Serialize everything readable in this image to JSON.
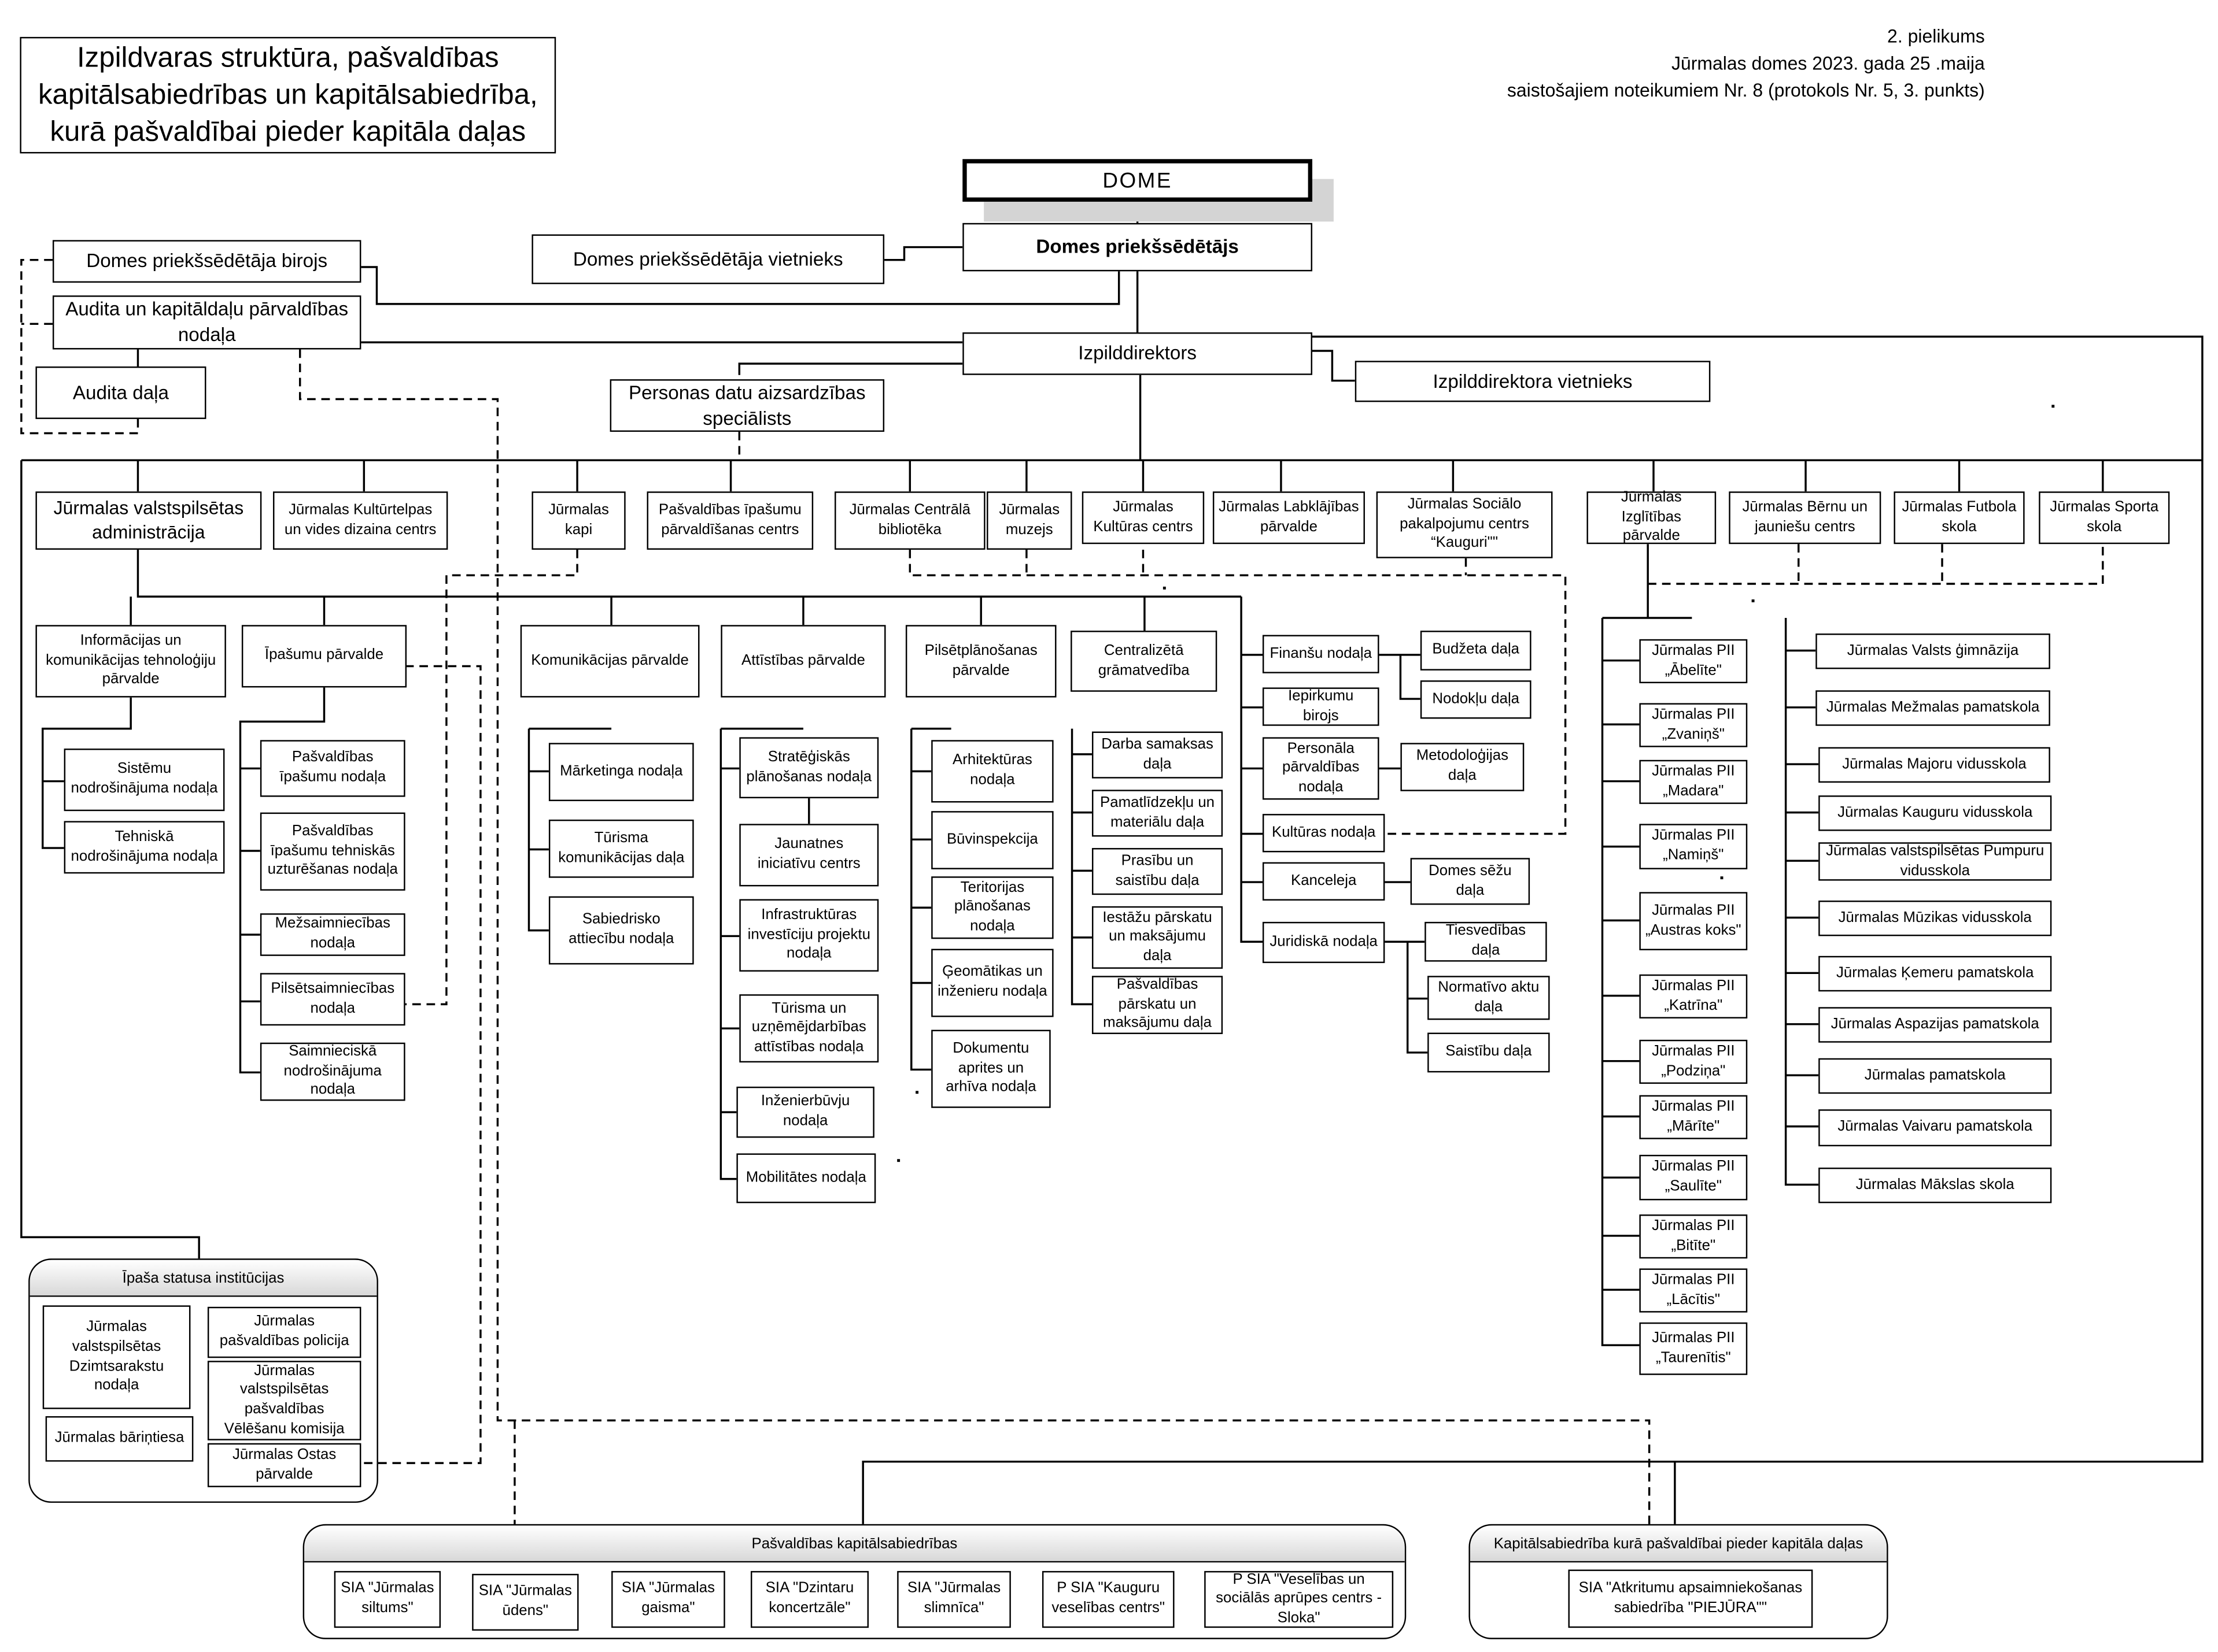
{
  "title": "Izpildvaras struktūra, pašvaldības kapitālsabiedrības un kapitālsabiedrība, kurā pašvaldībai pieder kapitāla daļas",
  "annex": {
    "line1": "2. pielikums",
    "line2": "Jūrmalas domes 2023. gada 25 .maija",
    "line3": "saistošajiem noteikumiem Nr. 8  (protokols Nr. 5, 3. punkts)"
  },
  "top": {
    "dome": "DOME",
    "chair": "Domes priekšsēdētājs",
    "deputy_chair": "Domes priekšsēdētāja vietnieks",
    "chair_office": "Domes priekšsēdētāja birojs",
    "audit_mgmt": "Audita un kapitāldaļu pārvaldības nodaļa",
    "audit_div": "Audita daļa",
    "exec_director": "Izpilddirektors",
    "exec_deputy": "Izpilddirektora vietnieks",
    "data_protection": "Personas datu aizsardzības speciālists"
  },
  "institutions": {
    "administration": "Jūrmalas valstspilsētas administrācija",
    "culture_space": "Jūrmalas Kultūrtelpas un vides dizaina centrs",
    "cemeteries": "Jūrmalas kapi",
    "property_centre": "Pašvaldības īpašumu pārvaldīšanas centrs",
    "library": "Jūrmalas Centrālā bibliotēka",
    "museum": "Jūrmalas muzejs",
    "culture_centre": "Jūrmalas Kultūras centrs",
    "welfare": "Jūrmalas Labklājības pārvalde",
    "social_centre": "Jūrmalas Sociālo pakalpojumu centrs “Kauguri\"\"",
    "education": "Jūrmalas Izglītības pārvalde",
    "children_youth": "Jūrmalas Bērnu un jauniešu centrs",
    "football": "Jūrmalas Futbola skola",
    "sports": "Jūrmalas Sporta skola"
  },
  "admin_units": {
    "ict": "Informācijas un komunikācijas tehnoloģiju pārvalde",
    "ict_sub": [
      "Sistēmu nodrošinājuma nodaļa",
      "Tehniskā nodrošinājuma nodaļa"
    ],
    "property": "Īpašumu pārvalde",
    "property_sub": [
      "Pašvaldības īpašumu nodaļa",
      "Pašvaldības īpašumu tehniskās uzturēšanas nodaļa",
      "Mežsaimniecības nodaļa",
      "Pilsētsaimniecības nodaļa",
      "Saimnieciskā nodrošinājuma nodaļa"
    ],
    "communication": "Komunikācijas pārvalde",
    "communication_sub": [
      "Mārketinga nodaļa",
      "Tūrisma komunikācijas daļa",
      "Sabiedrisko attiecību nodaļa"
    ],
    "development": "Attīstības pārvalde",
    "development_sub": [
      "Stratēģiskās plānošanas nodaļa",
      "Jaunatnes iniciatīvu centrs",
      "Infrastruktūras investīciju projektu nodaļa",
      "Tūrisma un uzņēmējdarbības attīstības  nodaļa",
      "Inženierbūvju nodaļa",
      "Mobilitātes nodaļa"
    ],
    "planning": "Pilsētplānošanas pārvalde",
    "planning_sub": [
      "Arhitektūras nodaļa",
      "Būvinspekcija",
      "Teritorijas plānošanas nodaļa",
      "Ģeomātikas un inženieru nodaļa",
      "Dokumentu aprites un arhīva nodaļa"
    ],
    "accounting": "Centralizētā grāmatvedība",
    "accounting_sub": [
      "Darba samaksas daļa",
      "Pamatlīdzekļu un materiālu daļa",
      "Prasību un saistību daļa",
      "Iestāžu pārskatu un maksājumu daļa",
      "Pašvaldības pārskatu un maksājumu daļa"
    ],
    "finance": "Finanšu nodaļa",
    "budget": "Budžeta daļa",
    "tax": "Nodokļu daļa",
    "procurement": "Iepirkumu birojs",
    "hr": "Personāla pārvaldības nodaļa",
    "methodology": "Metodoloģijas daļa",
    "culture_dept": "Kultūras nodaļa",
    "chancery": "Kanceleja",
    "council_sessions": "Domes sēžu daļa",
    "legal": "Juridiskā nodaļa",
    "litigation": "Tiesvedības daļa",
    "regulatory": "Normatīvo aktu daļa",
    "obligations": "Saistību daļa"
  },
  "preschools": [
    "Jūrmalas PII „Ābelīte\"",
    "Jūrmalas PII „Zvaniņš\"",
    "Jūrmalas PII „Madara\"",
    "Jūrmalas PII „Namiņš\"",
    "Jūrmalas PII „Austras koks\"",
    "Jūrmalas PII „Katrīna\"",
    "Jūrmalas PII „Podziņa\"",
    "Jūrmalas PII „Mārīte\"",
    "Jūrmalas PII „Saulīte\"",
    "Jūrmalas PII „Bitīte\"",
    "Jūrmalas PII „Lācītis\"",
    "Jūrmalas PII „Taurenītis\""
  ],
  "schools": [
    "Jūrmalas Valsts ģimnāzija",
    "Jūrmalas Mežmalas pamatskola",
    "Jūrmalas Majoru vidusskola",
    "Jūrmalas Kauguru vidusskola",
    "Jūrmalas valstspilsētas Pumpuru vidusskola",
    "Jūrmalas Mūzikas vidusskola",
    "Jūrmalas Ķemeru pamatskola",
    "Jūrmalas Aspazijas pamatskola",
    "Jūrmalas pamatskola",
    "Jūrmalas Vaivaru pamatskola",
    "Jūrmalas Mākslas skola"
  ],
  "special_status": {
    "heading": "Īpaša statusa institūcijas",
    "items": [
      "Jūrmalas valstspilsētas Dzimtsarakstu nodaļa",
      "Jūrmalas pašvaldības policija",
      "Jūrmalas valstspilsētas pašvaldības Vēlēšanu komisija",
      "Jūrmalas bāriņtiesa",
      "Jūrmalas Ostas pārvalde"
    ]
  },
  "municipal_companies": {
    "heading": "Pašvaldības kapitālsabiedrības",
    "items": [
      "SIA \"Jūrmalas siltums\"",
      "SIA \"Jūrmalas ūdens\"",
      "SIA \"Jūrmalas gaisma\"",
      "SIA \"Dzintaru koncertzāle\"",
      "SIA \"Jūrmalas slimnīca\"",
      "P SIA \"Kauguru veselības centrs\"",
      "P SIA \"Veselības un sociālās aprūpes centrs - Sloka\""
    ]
  },
  "shared_company": {
    "heading": "Kapitālsabiedrība kurā pašvaldībai pieder kapitāla daļas",
    "item": "SIA \"Atkritumu apsaimniekošanas sabiedrība \"PIEJŪRA\"\""
  }
}
